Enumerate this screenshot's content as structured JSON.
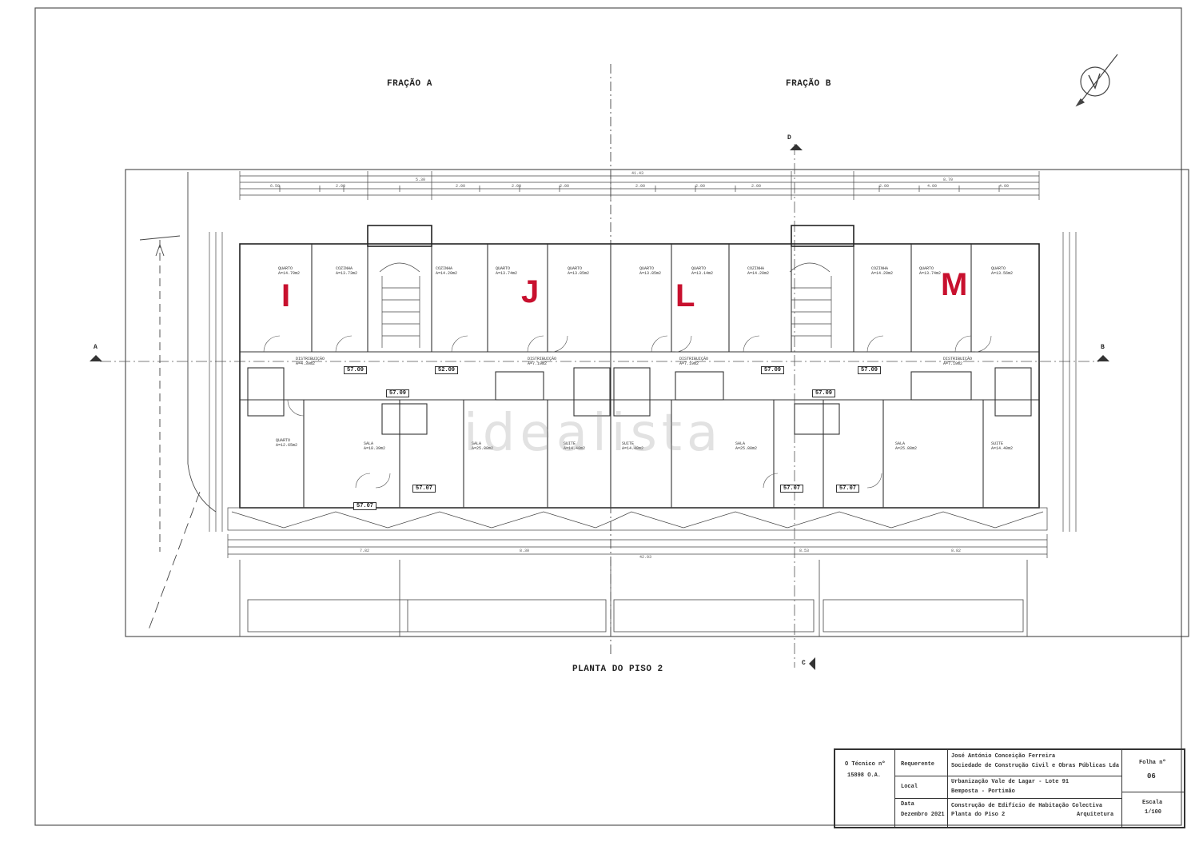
{
  "labels": {
    "fracao_a": "FRAÇÃO A",
    "fracao_b": "FRAÇÃO B",
    "planta": "PLANTA DO PISO 2",
    "section_a": "A",
    "section_b": "B",
    "section_c": "C",
    "section_d": "D"
  },
  "units": [
    "I",
    "J",
    "L",
    "M"
  ],
  "areas": [
    "57.09",
    "52.09",
    "57.09",
    "57.09",
    "57.09",
    "57.07",
    "57.07",
    "57.07",
    "57.07"
  ],
  "rooms": [
    {
      "name": "QUARTO",
      "area": "A=14.79m2"
    },
    {
      "name": "COZINHA",
      "area": "A=13.73m2"
    },
    {
      "name": "COZINHA",
      "area": "A=14.20m2"
    },
    {
      "name": "QUARTO",
      "area": "A=13.74m2"
    },
    {
      "name": "QUARTO",
      "area": "A=13.85m2"
    },
    {
      "name": "QUARTO",
      "area": "A=13.85m2"
    },
    {
      "name": "QUARTO",
      "area": "A=13.14m2"
    },
    {
      "name": "COZINHA",
      "area": "A=14.20m2"
    },
    {
      "name": "COZINHA",
      "area": "A=14.20m2"
    },
    {
      "name": "QUARTO",
      "area": "A=13.74m2"
    },
    {
      "name": "QUARTO",
      "area": "A=13.56m2"
    },
    {
      "name": "DISTRIBUIÇÃO",
      "area": "A=4.39m2"
    },
    {
      "name": "DISTRIBUIÇÃO",
      "area": "A=7.19m2"
    },
    {
      "name": "DISTRIBUIÇÃO",
      "area": "A=7.19m2"
    },
    {
      "name": "DISTRIBUIÇÃO",
      "area": "A=7.19m2"
    },
    {
      "name": "SALA",
      "area": "A=18.39m2"
    },
    {
      "name": "SALA",
      "area": "A=25.88m2"
    },
    {
      "name": "SALA",
      "area": "A=25.88m2"
    },
    {
      "name": "SALA",
      "area": "A=25.88m2"
    },
    {
      "name": "SUITE",
      "area": "A=14.40m2"
    },
    {
      "name": "SUITE",
      "area": "A=14.40m2"
    },
    {
      "name": "SUITE",
      "area": "A=14.40m2"
    },
    {
      "name": "QUARTO",
      "area": "A=12.65m2"
    }
  ],
  "title_block": {
    "tecnico_label": "O Técnico nº",
    "tecnico_num": "15898 O.A.",
    "requerente_label": "Requerente",
    "requerente_1": "José António Conceição Ferreira",
    "requerente_2": "Sociedade de Construção Civil e Obras Públicas Lda",
    "local_label": "Local",
    "local_1": "Urbanização Vale de Lagar - Lote 91",
    "local_2": "Bemposta - Portimão",
    "data_label": "Data",
    "data_value": "Dezembro 2021",
    "obra_1": "Construção de Edifício de Habitação Colectiva",
    "obra_2": "Planta do Piso 2",
    "especialidade": "Arquitetura",
    "folha_label": "Folha nº",
    "folha_value": "06",
    "escala_label": "Escala",
    "escala_value": "1/100"
  },
  "watermark": "idealista",
  "colors": {
    "line": "#333333",
    "unit_mark": "#c8102e"
  }
}
